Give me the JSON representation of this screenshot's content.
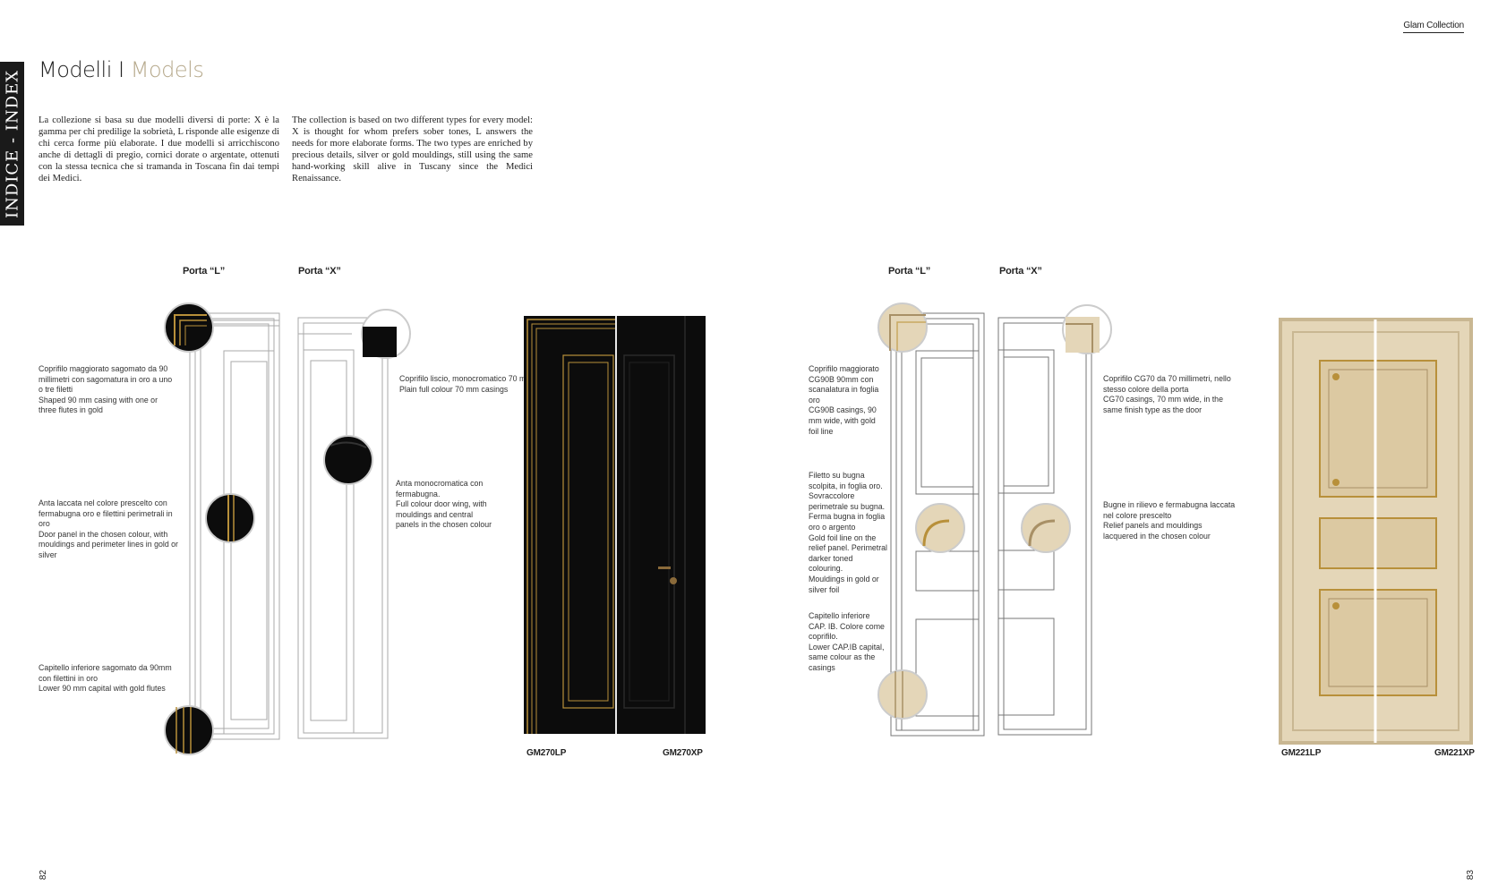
{
  "header": {
    "collection": "Glam Collection"
  },
  "side_tab": {
    "label": "INDICE - INDEX"
  },
  "title": {
    "it": "Modelli",
    "separator": "I",
    "en": "Models"
  },
  "intro": {
    "it": "La collezione si basa su due modelli diversi di porte: X è la gamma per chi predilige la sobrietà, L risponde alle esigenze di chi cerca forme più elaborate. I due modelli si arricchiscono anche di dettagli di pregio, cornici dorate o argentate, ottenuti con la stessa tecnica che si tramanda in Toscana fin dai tempi dei Medici.",
    "en": "The collection is based on two different types for every model: X is thought for whom prefers sober tones, L answers the needs for more elaborate forms. The two types are enriched by precious details, silver or gold mouldings, still using the same hand-working skill alive in Tuscany since the Medici Renaissance."
  },
  "left_spread": {
    "porta_l": "Porta “L”",
    "porta_x": "Porta “X”",
    "notes": {
      "casing_l": "Coprifilo maggiorato sagomato da 90 millimetri con sagomatura in oro a uno o tre filetti\nShaped 90 mm casing with one or three flutes in gold",
      "panel_l": "Anta laccata nel colore prescelto con fermabugna oro e filettini perimetrali in oro\nDoor panel in the chosen colour, with mouldings and perimeter lines in gold or silver",
      "capital_l": "Capitello inferiore sagomato da 90mm con filettini in oro\nLower 90 mm capital with gold flutes",
      "casing_x": "Coprifilo liscio, monocromatico 70 mm.\nPlain full colour 70 mm casings",
      "panel_x": "Anta monocromatica con fermabugna.\nFull colour door wing, with mouldings and central panels in the chosen colour"
    },
    "code_lp": "GM270LP",
    "code_xp": "GM270XP"
  },
  "right_spread": {
    "porta_l": "Porta “L”",
    "porta_x": "Porta “X”",
    "notes": {
      "casing_l": "Coprifilo maggiorato CG90B 90mm con scanalatura in foglia oro\nCG90B casings, 90 mm wide, with gold foil line",
      "panel_l": "Filetto su bugna scolpita, in foglia oro. Sovraccolore perimetrale su bugna. Ferma bugna in foglia oro o argento\nGold foil line on the relief panel. Perimetral darker toned colouring.\nMouldings in gold or silver foil",
      "capital_l": "Capitello inferiore CAP. IB. Colore come coprifilo.\nLower CAP.IB capital, same colour as the casings",
      "casing_x": "Coprifilo CG70 da 70 millimetri, nello stesso colore della porta\nCG70 casings, 70 mm wide, in the same finish type as the door",
      "panel_x": "Bugne in rilievo e fermabugna laccata nel colore prescelto\nRelief panels and mouldings lacquered in the chosen colour"
    },
    "code_lp": "GM221LP",
    "code_xp": "GM221XP"
  },
  "pages": {
    "left": "82",
    "right": "83"
  },
  "colors": {
    "gold": "#b8903a",
    "beige": "#e4d6b8",
    "black": "#0c0c0c",
    "accent_title": "#b6a98c"
  }
}
